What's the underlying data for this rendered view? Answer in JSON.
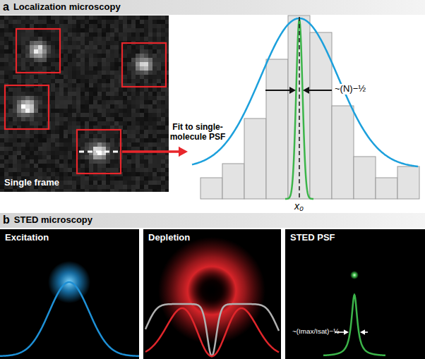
{
  "diagram": {
    "nodes": [
      {
        "text": [
          "a",
          "Localization microscopy"
        ]
      },
      {
        "text": [
          "Single frame"
        ]
      },
      {
        "text": [
          "b",
          "STED microscopy"
        ]
      },
      {
        "text": [
          "Excitation"
        ]
      },
      {
        "text": [
          "Depletion"
        ]
      },
      {
        "text": [
          "STED PSF",
          "~(Imax/Isat)−½"
        ]
      }
    ],
    "labels": [
      "Fit to single-molecule PSF",
      "~(N)−½",
      "x₀"
    ]
  }
}
